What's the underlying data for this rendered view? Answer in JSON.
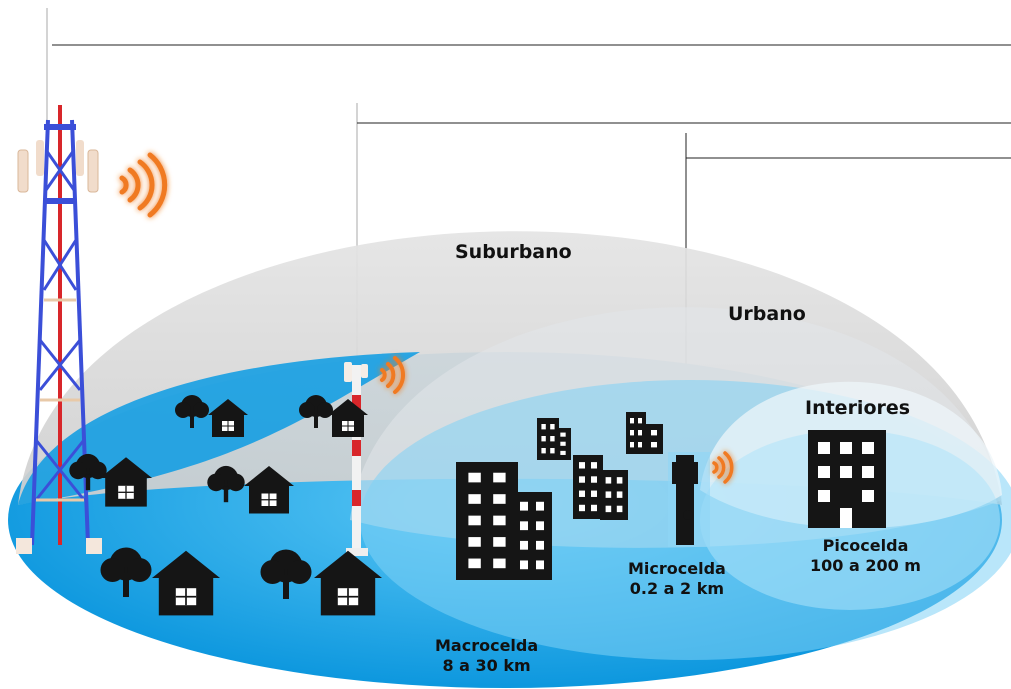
{
  "zones": {
    "suburbano": "Suburbano",
    "urbano": "Urbano",
    "interiores": "Interiores"
  },
  "cells": {
    "macro": {
      "name": "Macrocelda",
      "range": "8 a 30 km"
    },
    "micro": {
      "name": "Microcelda",
      "range": "0.2 a 2 km"
    },
    "pico": {
      "name": "Picocelda",
      "range": "100 a 200 m"
    }
  },
  "colors": {
    "ground_blue": "#0a9be3",
    "dome_gray": "#d7d7d7",
    "dome_light": "#eef2f5",
    "signal_orange": "#f07a20",
    "tower_red": "#d8262a",
    "tower_blue": "#3b4fd8",
    "silhouette": "#151515"
  }
}
